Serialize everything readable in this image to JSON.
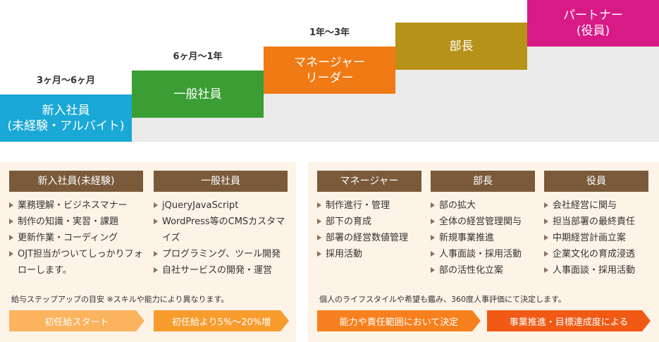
{
  "career": {
    "steps": [
      {
        "lines": [
          "新入社員",
          "(未経験・アルバイト)"
        ],
        "period": "3ヶ月〜6ヶ月",
        "color": "#1aa8d6"
      },
      {
        "lines": [
          "一般社員"
        ],
        "period": "6ヶ月〜1年",
        "color": "#3a9e34"
      },
      {
        "lines": [
          "マネージャー",
          "リーダー"
        ],
        "period": "1年〜3年",
        "color": "#f07a14"
      },
      {
        "lines": [
          "部長"
        ],
        "period": "",
        "color": "#b79218"
      },
      {
        "lines": [
          "パートナー",
          "(役員)"
        ],
        "period": "",
        "color": "#d81a86"
      }
    ]
  },
  "left_panel": {
    "columns": [
      {
        "header": "新入社員(未経験)",
        "items": [
          "業務理解・ビジネスマナー",
          "制作の知識・実習・課題",
          "更新作業・コーディング",
          "OJT担当がついてしっかりフォローします。"
        ]
      },
      {
        "header": "一般社員",
        "items": [
          "jQueryJavaScript",
          "WordPress等のCMSカスタマイズ",
          "プログラミング、ツール開発",
          "自社サービスの開発・運営"
        ]
      }
    ],
    "note": "給与ステップアップの目安 ※スキルや能力により異なります。",
    "arrows": [
      {
        "label": "初任給スタート",
        "color": "#fbb35e"
      },
      {
        "label": "初任給より5%〜20%増",
        "color": "#f89c2e"
      }
    ]
  },
  "right_panel": {
    "columns": [
      {
        "header": "マネージャー",
        "items": [
          "制作進行・管理",
          "部下の育成",
          "部署の経営数値管理",
          "採用活動"
        ]
      },
      {
        "header": "部長",
        "items": [
          "部の拡大",
          "全体の経営管理関与",
          "新規事業推進",
          "人事面談・採用活動",
          "部の活性化立案"
        ]
      },
      {
        "header": "役員",
        "items": [
          "会社経営に関与",
          "担当部署の最終責任",
          "中期経営計画立案",
          "企業文化の育成浸透",
          "人事面談・採用活動"
        ]
      }
    ],
    "note": "個人のライフスタイルや希望も鑑み、360度人事評価にて決定します。",
    "arrows": [
      {
        "label": "能力や責任範囲において決定",
        "color": "#f7801e"
      },
      {
        "label": "事業推進・目標達成度による",
        "color": "#f05a14"
      }
    ]
  }
}
